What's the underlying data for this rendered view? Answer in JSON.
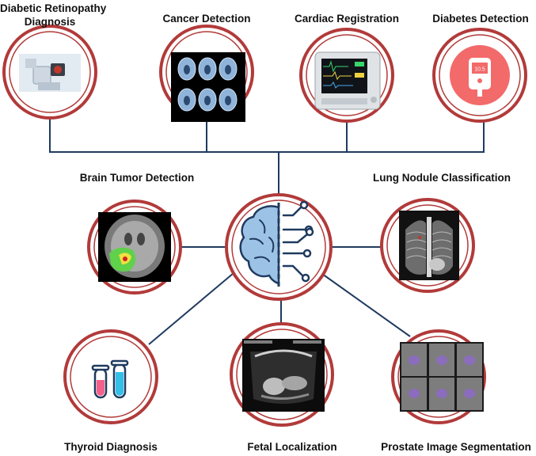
{
  "colors": {
    "ring": "#b23a3a",
    "line": "#1f3a5f",
    "brain_fill": "#9cc2e5",
    "brain_stroke": "#1f3a5f"
  },
  "center": {
    "icon": "brain-circuit-icon"
  },
  "nodes": [
    {
      "id": "diabetic-retinopathy",
      "label_line1": "Diabetic Retinopathy",
      "label_line2": "Diagnosis",
      "image": "retinal-camera-photo"
    },
    {
      "id": "cancer-detection",
      "label_line1": "Cancer Detection",
      "label_line2": "",
      "image": "brain-mri-grid-photo"
    },
    {
      "id": "cardiac-registration",
      "label_line1": "Cardiac Registration",
      "label_line2": "",
      "image": "patient-monitor-photo"
    },
    {
      "id": "diabetes-detection",
      "label_line1": "Diabetes Detection",
      "label_line2": "",
      "image": "glucose-meter-icon",
      "meter_reading": "10.5"
    },
    {
      "id": "brain-tumor-detection",
      "label_line1": "Brain Tumor Detection",
      "label_line2": "",
      "image": "brain-tumor-mri-photo"
    },
    {
      "id": "lung-nodule-classification",
      "label_line1": "Lung Nodule Classification",
      "label_line2": "",
      "image": "chest-xray-photo"
    },
    {
      "id": "thyroid-diagnosis",
      "label_line1": "Thyroid Diagnosis",
      "label_line2": "",
      "image": "test-tubes-icon"
    },
    {
      "id": "fetal-localization",
      "label_line1": "Fetal Localization",
      "label_line2": "",
      "image": "fetal-ultrasound-photo"
    },
    {
      "id": "prostate-image-segmentation",
      "label_line1": "Prostate Image Segmentation",
      "label_line2": "",
      "image": "prostate-mri-grid-photo"
    }
  ]
}
